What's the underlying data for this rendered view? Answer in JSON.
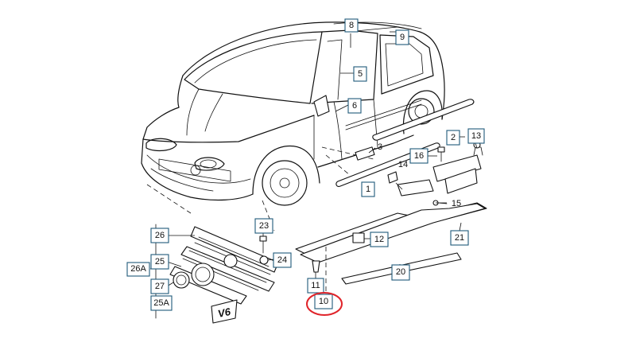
{
  "callouts": [
    {
      "id": "8",
      "label": "8"
    },
    {
      "id": "9",
      "label": "9"
    },
    {
      "id": "5",
      "label": "5"
    },
    {
      "id": "6",
      "label": "6"
    },
    {
      "id": "3",
      "label": "3"
    },
    {
      "id": "2",
      "label": "2"
    },
    {
      "id": "13",
      "label": "13"
    },
    {
      "id": "16",
      "label": "16"
    },
    {
      "id": "14",
      "label": "14"
    },
    {
      "id": "1",
      "label": "1"
    },
    {
      "id": "15",
      "label": "15"
    },
    {
      "id": "21",
      "label": "21"
    },
    {
      "id": "12",
      "label": "12"
    },
    {
      "id": "20",
      "label": "20"
    },
    {
      "id": "11",
      "label": "11"
    },
    {
      "id": "10",
      "label": "10"
    },
    {
      "id": "23",
      "label": "23"
    },
    {
      "id": "26",
      "label": "26"
    },
    {
      "id": "24",
      "label": "24"
    },
    {
      "id": "25",
      "label": "25"
    },
    {
      "id": "26A",
      "label": "26A"
    },
    {
      "id": "27",
      "label": "27"
    },
    {
      "id": "25A",
      "label": "25A"
    }
  ],
  "highlighted_callout": "10",
  "highlight_color": "#e0242a",
  "badge_text": "V6"
}
